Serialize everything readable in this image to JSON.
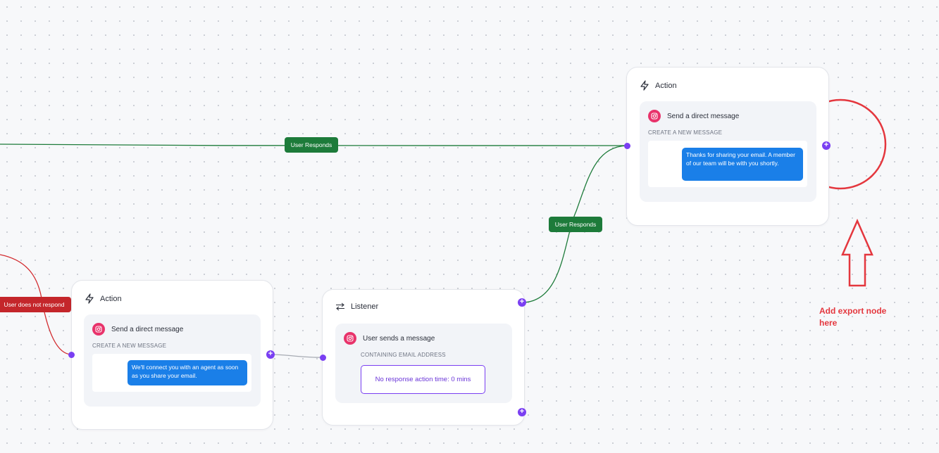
{
  "edges": {
    "top_label": "User Responds",
    "mid_label": "User Responds",
    "left_label": "User does not respond"
  },
  "action_top": {
    "header": "Action",
    "item_label": "Send a direct message",
    "caption": "CREATE A NEW MESSAGE",
    "message": "Thanks for sharing your email. A member of our team will be with you shortly."
  },
  "action_bottom": {
    "header": "Action",
    "item_label": "Send a direct message",
    "caption": "CREATE A NEW MESSAGE",
    "message": "We'll connect you with an agent as soon as you share your email."
  },
  "listener": {
    "header": "Listener",
    "item_label": "User sends a message",
    "caption": "CONTAINING EMAIL ADDRESS",
    "no_response": "No response action time: 0 mins"
  },
  "annotation": {
    "text": "Add export node here"
  },
  "colors": {
    "accent": "#7a3ff2",
    "green": "#1d7b3a",
    "red": "#c4262b",
    "bubble": "#1a7fe8",
    "annotation": "#e4373e"
  }
}
